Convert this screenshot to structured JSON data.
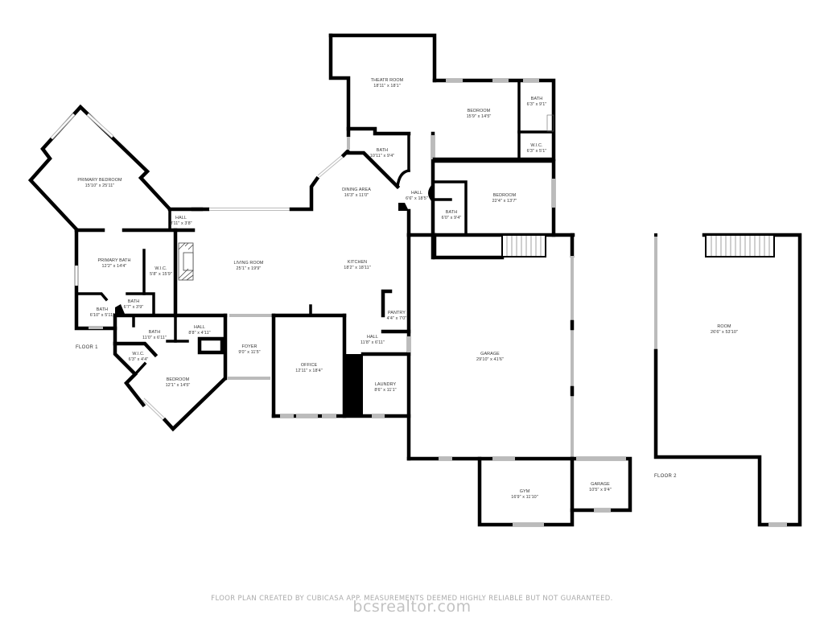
{
  "floors": [
    {
      "label": "FLOOR 1"
    },
    {
      "label": "FLOOR 2"
    }
  ],
  "rooms": [
    {
      "id": "primary-bedroom",
      "name": "PRIMARY BEDROOM",
      "dims": "15'10\" x 25'11\"",
      "floor": 1
    },
    {
      "id": "hall-1",
      "name": "HALL",
      "dims": "3'11\" x 3'8\"",
      "floor": 1
    },
    {
      "id": "primary-bath",
      "name": "PRIMARY BATH",
      "dims": "12'2\" x 14'4\"",
      "floor": 1
    },
    {
      "id": "wic-1",
      "name": "W.I.C.",
      "dims": "5'8\" x 15'9\"",
      "floor": 1
    },
    {
      "id": "bath-1",
      "name": "BATH",
      "dims": "6'7\" x 3'9\"",
      "floor": 1
    },
    {
      "id": "bath-2",
      "name": "BATH",
      "dims": "6'10\" x 5'11\"",
      "floor": 1
    },
    {
      "id": "bath-3",
      "name": "BATH",
      "dims": "11'0\" x 6'11\"",
      "floor": 1
    },
    {
      "id": "hall-2",
      "name": "HALL",
      "dims": "8'8\" x 4'11\"",
      "floor": 1
    },
    {
      "id": "wic-2",
      "name": "W.I.C.",
      "dims": "6'3\" x 4'4\"",
      "floor": 1
    },
    {
      "id": "bedroom-1",
      "name": "BEDROOM",
      "dims": "12'1\" x 14'5\"",
      "floor": 1
    },
    {
      "id": "living-room",
      "name": "LIVING ROOM",
      "dims": "25'1\" x 19'9\"",
      "floor": 1
    },
    {
      "id": "kitchen",
      "name": "KITCHEN",
      "dims": "18'2\" x 18'11\"",
      "floor": 1
    },
    {
      "id": "dining-area",
      "name": "DINING AREA",
      "dims": "16'3\" x 11'0\"",
      "floor": 1
    },
    {
      "id": "theatr-room",
      "name": "THEATR ROOM",
      "dims": "18'11\" x 18'1\"",
      "floor": 1
    },
    {
      "id": "bath-4",
      "name": "BATH",
      "dims": "10'11\" x 9'4\"",
      "floor": 1
    },
    {
      "id": "hall-3",
      "name": "HALL",
      "dims": "6'6\" x 18'5\"",
      "floor": 1
    },
    {
      "id": "bedroom-2",
      "name": "BEDROOM",
      "dims": "15'9\" x 14'5\"",
      "floor": 1
    },
    {
      "id": "bath-5",
      "name": "BATH",
      "dims": "6'3\" x 9'1\"",
      "floor": 1
    },
    {
      "id": "wic-3",
      "name": "W.I.C.",
      "dims": "6'3\" x 5'1\"",
      "floor": 1
    },
    {
      "id": "bedroom-3",
      "name": "BEDROOM",
      "dims": "22'4\" x 13'7\"",
      "floor": 1
    },
    {
      "id": "bath-6",
      "name": "BATH",
      "dims": "6'0\" x 9'4\"",
      "floor": 1
    },
    {
      "id": "pantry",
      "name": "PANTRY",
      "dims": "4'4\" x 7'0\"",
      "floor": 1
    },
    {
      "id": "foyer",
      "name": "FOYER",
      "dims": "9'0\" x 11'5\"",
      "floor": 1
    },
    {
      "id": "office",
      "name": "OFFICE",
      "dims": "12'11\" x 18'4\"",
      "floor": 1
    },
    {
      "id": "hall-4",
      "name": "HALL",
      "dims": "11'8\" x 6'11\"",
      "floor": 1
    },
    {
      "id": "laundry",
      "name": "LAUNDRY",
      "dims": "8'6\" x 11'1\"",
      "floor": 1
    },
    {
      "id": "garage-1",
      "name": "GARAGE",
      "dims": "29'10\" x 41'6\"",
      "floor": 1
    },
    {
      "id": "gym",
      "name": "GYM",
      "dims": "16'9\" x 11'10\"",
      "floor": 1
    },
    {
      "id": "garage-2",
      "name": "GARAGE",
      "dims": "10'5\" x 9'4\"",
      "floor": 1
    },
    {
      "id": "room",
      "name": "ROOM",
      "dims": "26'6\" x 53'10\"",
      "floor": 2
    }
  ],
  "footer": {
    "disclaimer": "FLOOR PLAN CREATED BY CUBICASA APP. MEASUREMENTS DEEMED HIGHLY RELIABLE BUT NOT GUARANTEED.",
    "watermark": "bcsrealtor.com"
  },
  "colors": {
    "wall": "#000000",
    "window": "#bbbbbb",
    "text": "#333333",
    "disclaimer": "#aaaaaa"
  }
}
